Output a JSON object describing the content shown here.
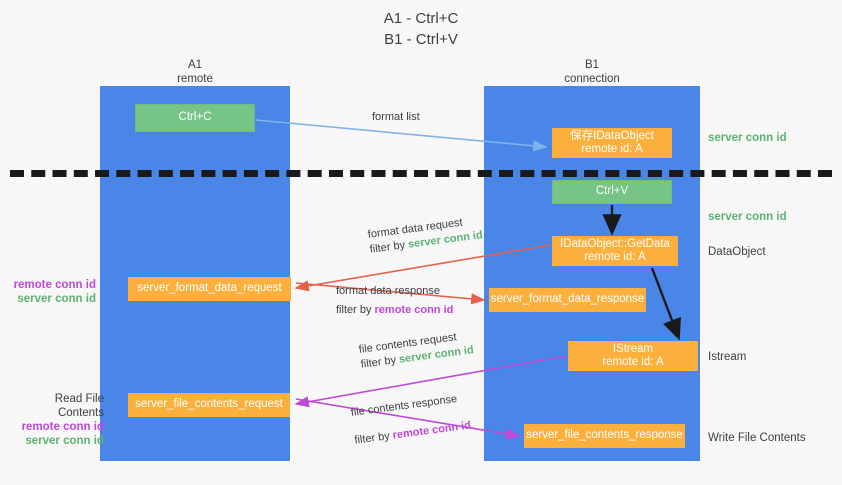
{
  "title": {
    "line1": "A1 - Ctrl+C",
    "line2": "B1 - Ctrl+V"
  },
  "lanes": {
    "a1": {
      "name": "A1",
      "role": "remote"
    },
    "b1": {
      "name": "B1",
      "role": "connection"
    }
  },
  "boxes": {
    "ctrl_c": {
      "label": "Ctrl+C"
    },
    "save_idataobject": {
      "line1": "保存IDataObject",
      "line2": "remote id: A"
    },
    "ctrl_v": {
      "label": "Ctrl+V"
    },
    "getdata": {
      "line1": "IDataObject::GetData",
      "line2": "remote id: A"
    },
    "server_format_data_request": {
      "label": "server_format_data_request"
    },
    "server_format_data_response": {
      "label": "server_format_data_response"
    },
    "istream": {
      "line1": "IStream",
      "line2": "remote id: A"
    },
    "server_file_contents_request": {
      "label": "server_file_contents_request"
    },
    "server_file_contents_response": {
      "label": "server_file_contents_response"
    }
  },
  "edges": {
    "format_list": {
      "label": "format list"
    },
    "format_data_request": {
      "label": "format data request",
      "filter_prefix": "filter by ",
      "filter_value": "server conn id"
    },
    "format_data_response": {
      "label": "format data response",
      "filter_prefix": "filter by ",
      "filter_value": "remote conn id"
    },
    "file_contents_request": {
      "label": "file contents request",
      "filter_prefix": "filter by ",
      "filter_value": "server conn id"
    },
    "file_contents_response": {
      "label": "file contents response",
      "filter_prefix": "filter by ",
      "filter_value": "remote conn id"
    }
  },
  "annotations": {
    "server_conn_id_top": "server conn id",
    "server_conn_id_mid": "server conn id",
    "dataobject": "DataObject",
    "istream": "Istream",
    "write_file_contents": "Write File Contents",
    "read_file_contents": "Read File Contents",
    "remote_conn_id": "remote conn id",
    "server_conn_id": "server conn id"
  },
  "colors": {
    "lane": "#4a86e8",
    "green_box": "#76c486",
    "orange_box": "#fbb03e",
    "server_conn_id": "#5cb270",
    "remote_conn_id": "#c048d8",
    "arrow_blue": "#7fb3e8",
    "arrow_red": "#e8604c",
    "arrow_purple": "#c048d8",
    "arrow_black": "#1a1a1a",
    "background": "#f7f7f7"
  }
}
